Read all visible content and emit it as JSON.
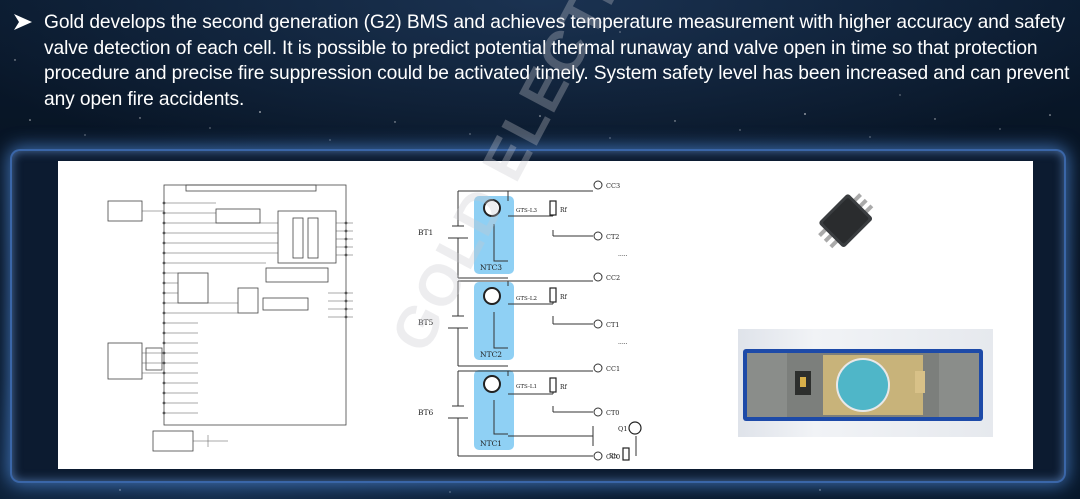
{
  "slide": {
    "bullet_text": "Gold develops the second generation (G2) BMS and achieves temperature measurement with higher accuracy and safety valve detection of each cell. It is possible to predict potential thermal runaway and valve open in time so that protection procedure and precise fire suppression could be activated timely. System safety level has been increased and can prevent any open fire accidents.",
    "bullet_icon": "arrow-bullet-icon"
  },
  "circuit": {
    "labels": {
      "bt1": "BT1",
      "bt5": "BT5",
      "bt6": "BT6",
      "ntc3": "NTC3",
      "ntc2": "NTC2",
      "ntc1": "NTC1",
      "gts3": "GTS-L3",
      "gts2": "GTS-L2",
      "gts1": "GTS-L1",
      "rf": "Rf",
      "cc3": "CC3",
      "ct2": "CT2",
      "cc2": "CC2",
      "ct1": "CT1",
      "cc1": "CC1",
      "ct0": "CT0",
      "cc0": "CC0",
      "q1": "Q1",
      "rh": "Rh",
      "dots": "·····"
    }
  },
  "watermark": "GOLD ELECTRONIC",
  "colors": {
    "sensor_fill": "#8fd0f4",
    "panel_glow": "#5a9be0",
    "cell_housing": "#7c7f7c",
    "cell_frame": "#1d4aa8",
    "cell_disc": "#4fb6c8",
    "cell_tab": "#d8c188"
  }
}
